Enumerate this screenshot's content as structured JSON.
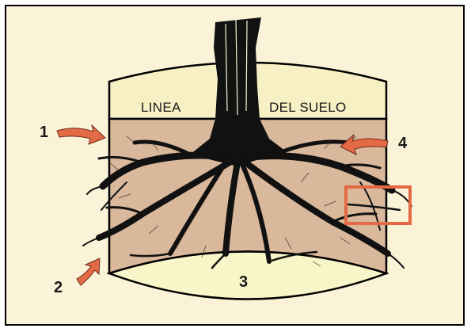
{
  "labels": {
    "ground_line_left": "LINEA",
    "ground_line_right": "DEL SUELO",
    "n1": "1",
    "n2": "2",
    "n3": "3",
    "n4": "4"
  },
  "colors": {
    "background": "#fbf3d8",
    "sky": "#f7f0c4",
    "soil": "#d9b89c",
    "bottom": "#f8f6c8",
    "tree": "#111111",
    "arrow": "#e46a45",
    "highlight_box": "#e46a45"
  },
  "icons": [
    "arrow-icon",
    "tree-icon",
    "highlight-box-icon"
  ]
}
